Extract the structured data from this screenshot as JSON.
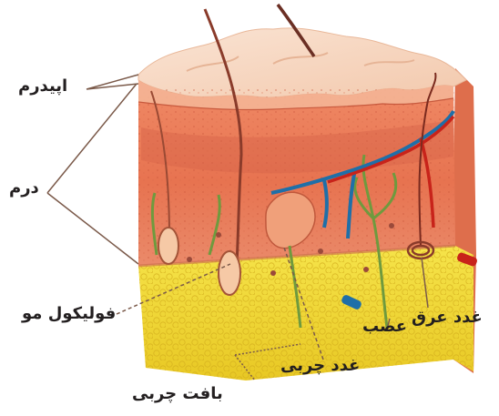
{
  "labels": {
    "epidermis": "اپیدرم",
    "dermis": "درم",
    "hair_follicle": "فولیکول مو",
    "fat_tissue": "بافت چربی",
    "sebaceous_gland": "غدد چربی",
    "nerve": "عصب",
    "sweat_gland": "غدد عرق"
  },
  "colors": {
    "epidermis_top": "#f6d5bf",
    "dermis": "#e87a55",
    "fat": "#f2da3a",
    "vein": "#1f6fa8",
    "artery": "#c8231a",
    "nerve": "#7da34a",
    "label_text": "#231f20"
  }
}
